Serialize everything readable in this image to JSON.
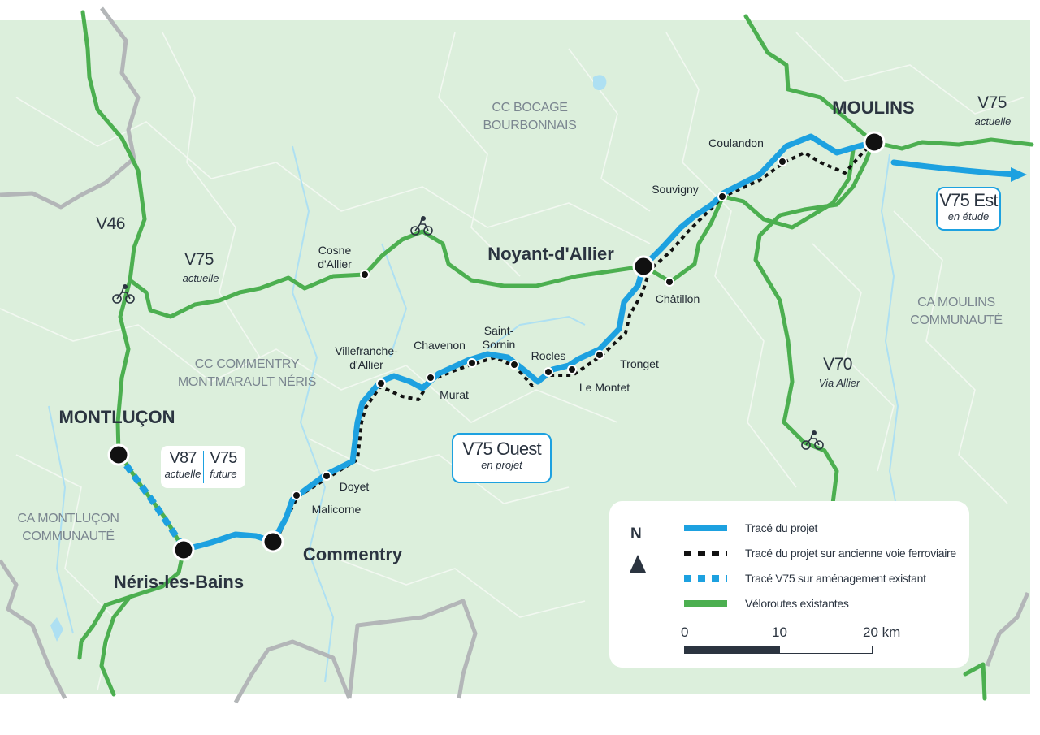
{
  "map": {
    "areas": {
      "bocage_line1": "CC BOCAGE",
      "bocage_line2": "BOURBONNAIS",
      "commentry_line1": "CC COMMENTRY",
      "commentry_line2": "MONTMARAULT NÉRIS",
      "moulins_line1": "CA MOULINS",
      "moulins_line2": "COMMUNAUTÉ",
      "montlucon_line1": "CA MONTLUÇON",
      "montlucon_line2": "COMMUNAUTÉ"
    },
    "major_towns": {
      "moulins": "MOULINS",
      "montlucon": "MONTLUÇON",
      "noyant": "Noyant-d'Allier",
      "commentry": "Commentry",
      "neris": "Néris-les-Bains"
    },
    "stops": {
      "coulandon": "Coulandon",
      "souvigny": "Souvigny",
      "chatillon": "Châtillon",
      "cosne_line1": "Cosne",
      "cosne_line2": "d'Allier",
      "tronget": "Tronget",
      "le_montet": "Le Montet",
      "rocles": "Rocles",
      "saint_sornin_line1": "Saint-",
      "saint_sornin_line2": "Sornin",
      "chavenon": "Chavenon",
      "murat": "Murat",
      "villefranche_line1": "Villefranche-",
      "villefranche_line2": "d'Allier",
      "doyet": "Doyet",
      "malicorne": "Malicorne"
    },
    "routes": {
      "v75_east_name": "V75",
      "v75_east_status": "actuelle",
      "v75_west_name": "V75",
      "v75_west_status": "actuelle",
      "v46_name": "V46",
      "v70_name": "V70",
      "v70_status": "Via Allier"
    },
    "badges": {
      "v75_est_title": "V75 Est",
      "v75_est_status": "en étude",
      "v75_ouest_title": "V75 Ouest",
      "v75_ouest_status": "en projet"
    },
    "v87_box": {
      "v87_name": "V87",
      "v87_status": "actuelle",
      "v75_name": "V75",
      "v75_status": "future"
    },
    "icons": [
      "cyclist-icon",
      "cyclist-icon",
      "cyclist-icon"
    ]
  },
  "legend": {
    "north": "N",
    "items": [
      {
        "label": "Tracé du projet",
        "color": "#1da1e0",
        "style": "solid"
      },
      {
        "label": "Tracé du projet sur ancienne voie ferroviaire",
        "color": "#111111",
        "style": "dotted"
      },
      {
        "label": "Tracé V75 sur aménagement existant",
        "color": "#1da1e0",
        "style": "dashed"
      },
      {
        "label": "Véloroutes existantes",
        "color": "#4caf50",
        "style": "solid"
      }
    ],
    "scale_labels": [
      "0",
      "10",
      "20 km"
    ]
  },
  "colors": {
    "land": "#dcefdc",
    "water": "#aee0f2",
    "project": "#1da1e0",
    "existing": "#4caf50",
    "boundary": "#b3b6b8",
    "text": "#2b3440"
  }
}
